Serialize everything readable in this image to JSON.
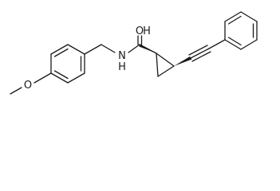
{
  "molecule": {
    "labels": {
      "oxygen_ether": "O",
      "nitrogen": "N",
      "hydrogen_on_n": "H",
      "oxygen_carbonyl": "O",
      "hydrogen_on_o": "H"
    },
    "colors": {
      "bond": "#1a1a1a",
      "background": "#ffffff"
    }
  }
}
